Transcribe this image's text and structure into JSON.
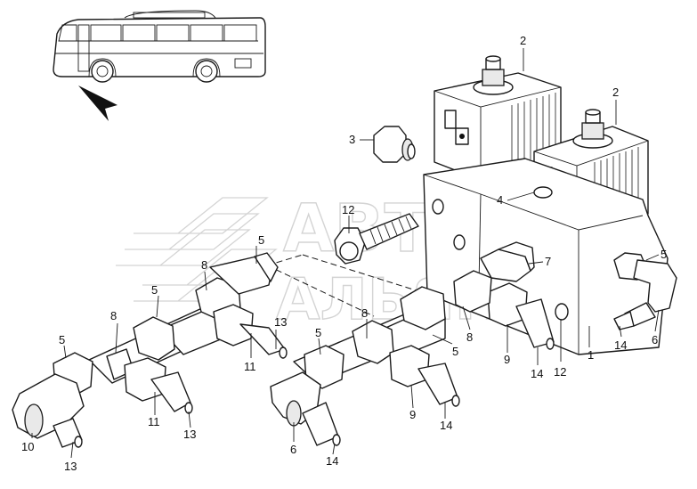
{
  "watermark": {
    "line1": "АВТО",
    "line2": "АЛЬЯНС"
  },
  "callouts": [
    {
      "id": "c2a",
      "text": "2"
    },
    {
      "id": "c2b",
      "text": "2"
    },
    {
      "id": "c3",
      "text": "3"
    },
    {
      "id": "c4",
      "text": "4"
    },
    {
      "id": "c12a",
      "text": "12"
    },
    {
      "id": "c5a",
      "text": "5"
    },
    {
      "id": "c8a",
      "text": "8"
    },
    {
      "id": "c5b",
      "text": "5"
    },
    {
      "id": "c8b",
      "text": "8"
    },
    {
      "id": "c13a",
      "text": "13"
    },
    {
      "id": "c5c",
      "text": "5"
    },
    {
      "id": "c11a",
      "text": "11"
    },
    {
      "id": "c11b",
      "text": "11"
    },
    {
      "id": "c13b",
      "text": "13"
    },
    {
      "id": "c10",
      "text": "10"
    },
    {
      "id": "c13c",
      "text": "13"
    },
    {
      "id": "c7",
      "text": "7"
    },
    {
      "id": "c5d",
      "text": "5"
    },
    {
      "id": "c6a",
      "text": "6"
    },
    {
      "id": "c14a",
      "text": "14"
    },
    {
      "id": "c1",
      "text": "1"
    },
    {
      "id": "c12b",
      "text": "12"
    },
    {
      "id": "c14b",
      "text": "14"
    },
    {
      "id": "c9a",
      "text": "9"
    },
    {
      "id": "c8c",
      "text": "8"
    },
    {
      "id": "c8d",
      "text": "8"
    },
    {
      "id": "c5e",
      "text": "5"
    },
    {
      "id": "c5f",
      "text": "5"
    },
    {
      "id": "c9b",
      "text": "9"
    },
    {
      "id": "c14c",
      "text": "14"
    },
    {
      "id": "c6b",
      "text": "6"
    },
    {
      "id": "c14d",
      "text": "14"
    }
  ]
}
